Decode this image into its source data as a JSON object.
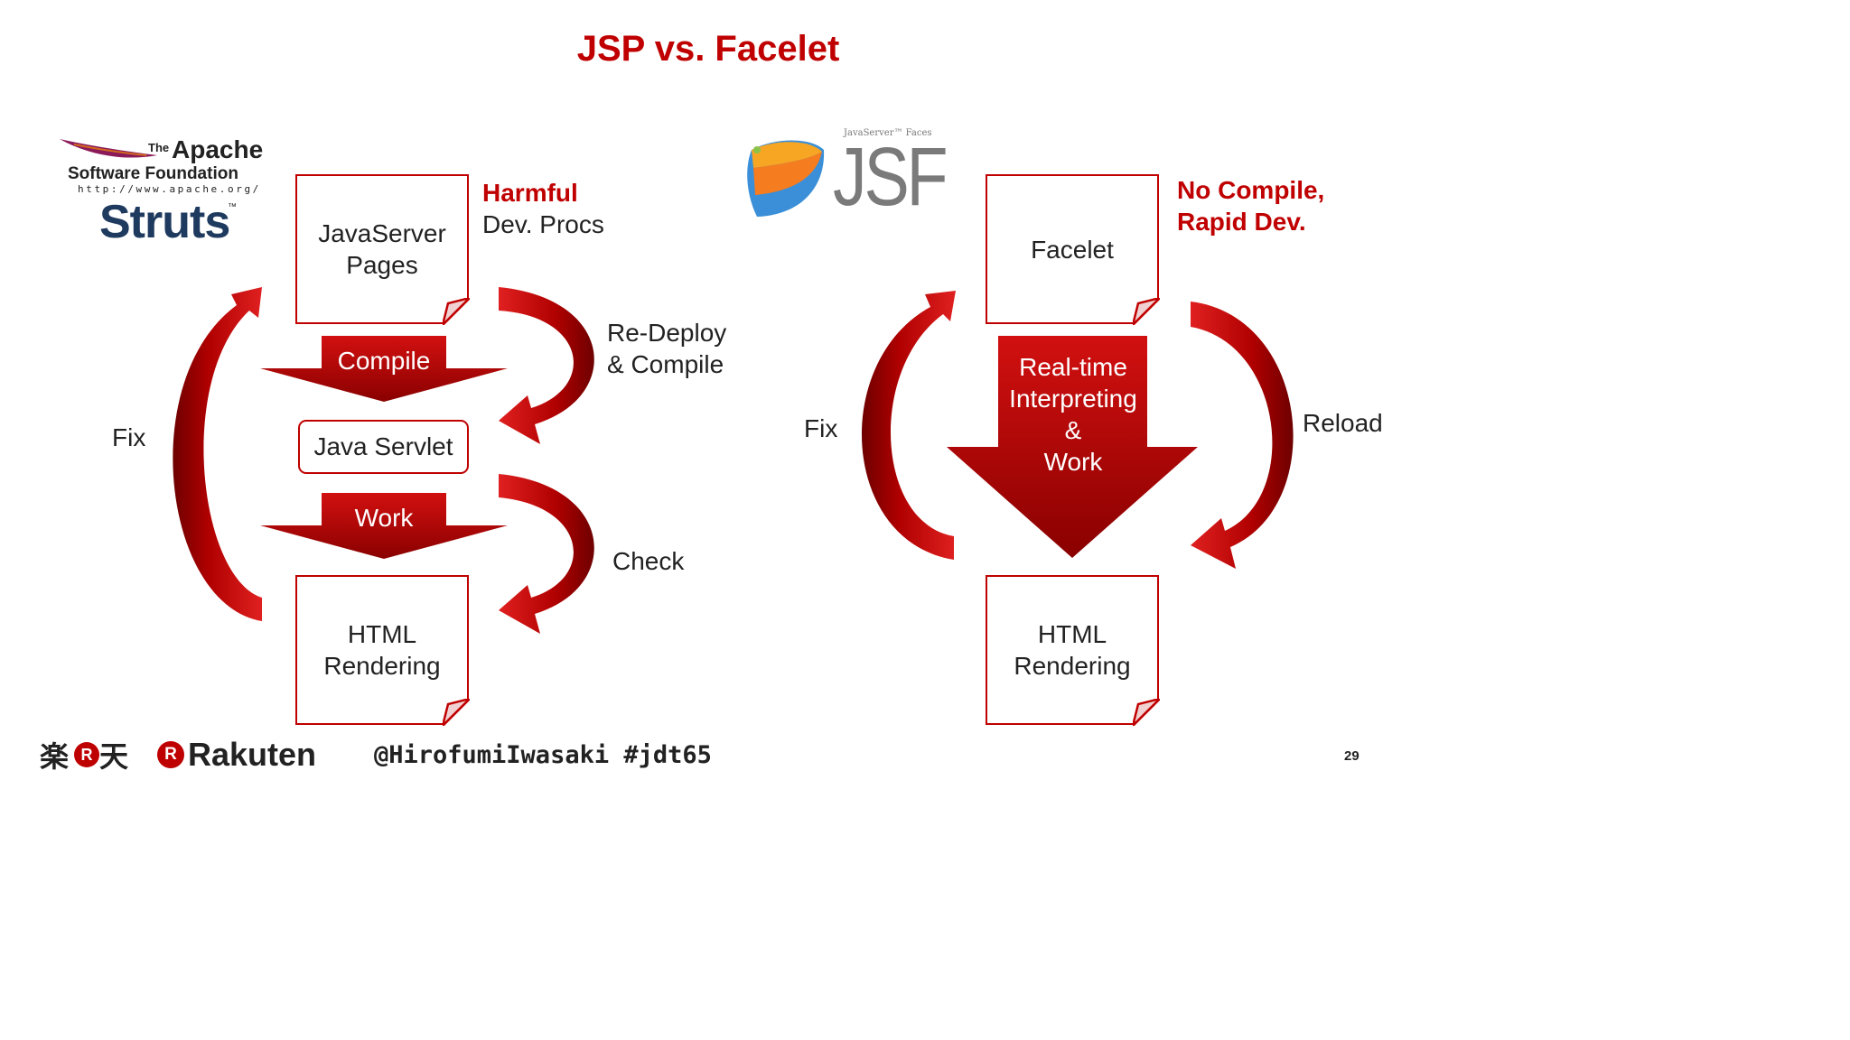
{
  "title": "JSP vs. Facelet",
  "left": {
    "logo": {
      "the": "The",
      "apache": "Apache",
      "foundation": "Software Foundation",
      "url": "http://www.apache.org/",
      "product": "Struts",
      "tm": "™"
    },
    "source_doc": "JavaServer\nPages",
    "source_note_red": "Harmful",
    "source_note": "Dev. Procs",
    "compile_arrow": "Compile",
    "servlet": "Java Servlet",
    "work_arrow": "Work",
    "output_doc": "HTML\nRendering",
    "fix_label": "Fix",
    "redeploy_label": "Re-Deploy\n& Compile",
    "check_label": "Check"
  },
  "right": {
    "logo": {
      "caption": "JavaServer™ Faces",
      "product": "JSF"
    },
    "source_doc": "Facelet",
    "source_note_red": "No Compile,\nRapid Dev.",
    "interpret_arrow": "Real-time\nInterpreting\n&\nWork",
    "output_doc": "HTML\nRendering",
    "fix_label": "Fix",
    "reload_label": "Reload"
  },
  "footer": {
    "kanji_logo": "楽天",
    "brand": "Rakuten",
    "handle": "@HirofumiIwasaki #jdt65",
    "page": "29"
  },
  "colors": {
    "accent": "#c00000",
    "dark_red": "#8b0000"
  }
}
